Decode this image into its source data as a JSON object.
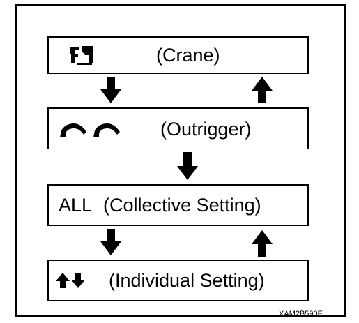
{
  "modes": {
    "crane": {
      "label": "(Crane)",
      "icon": "crane-icon"
    },
    "outrigger": {
      "label": "(Outrigger)",
      "icon": "outrigger-icon"
    },
    "collective": {
      "prefix": "ALL",
      "label": "(Collective Setting)"
    },
    "individual": {
      "label": "(Individual Setting)",
      "icon": "up-down-arrows-icon"
    }
  },
  "figure_code": "XAM2B590E"
}
